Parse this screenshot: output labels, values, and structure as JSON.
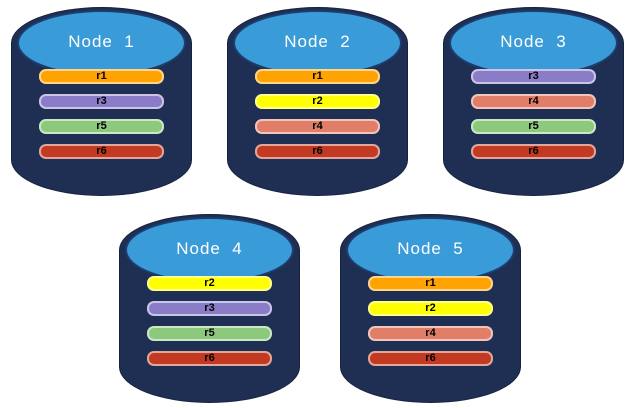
{
  "canvas": {
    "background": "#FFFFFF"
  },
  "palette": {
    "cylinder_body": "#1F2E53",
    "cylinder_top_fill": "#3A9BD9",
    "cylinder_top_border": "#1C3E6E",
    "node_label_color": "#FFFFFF",
    "bar_text_color": "#000000"
  },
  "replica_colors": {
    "r1": "#FFA302",
    "r2": "#FFFF00",
    "r3": "#8B7CC8",
    "r4": "#E07E68",
    "r5": "#8DC97D",
    "r6": "#C23A22"
  },
  "nodes": [
    {
      "id": "node-1",
      "label": "Node  1",
      "replicas": [
        {
          "label": "r1",
          "color": "#FFA302"
        },
        {
          "label": "r3",
          "color": "#8B7CC8"
        },
        {
          "label": "r5",
          "color": "#8DC97D"
        },
        {
          "label": "r6",
          "color": "#C23A22"
        }
      ]
    },
    {
      "id": "node-2",
      "label": "Node  2",
      "replicas": [
        {
          "label": "r1",
          "color": "#FFA302"
        },
        {
          "label": "r2",
          "color": "#FFFF00"
        },
        {
          "label": "r4",
          "color": "#E07E68"
        },
        {
          "label": "r6",
          "color": "#C23A22"
        }
      ]
    },
    {
      "id": "node-3",
      "label": "Node  3",
      "replicas": [
        {
          "label": "r3",
          "color": "#8B7CC8"
        },
        {
          "label": "r4",
          "color": "#E07E68"
        },
        {
          "label": "r5",
          "color": "#8DC97D"
        },
        {
          "label": "r6",
          "color": "#C23A22"
        }
      ]
    },
    {
      "id": "node-4",
      "label": "Node  4",
      "replicas": [
        {
          "label": "r2",
          "color": "#FFFF00"
        },
        {
          "label": "r3",
          "color": "#8B7CC8"
        },
        {
          "label": "r5",
          "color": "#8DC97D"
        },
        {
          "label": "r6",
          "color": "#C23A22"
        }
      ]
    },
    {
      "id": "node-5",
      "label": "Node  5",
      "replicas": [
        {
          "label": "r1",
          "color": "#FFA302"
        },
        {
          "label": "r2",
          "color": "#FFFF00"
        },
        {
          "label": "r4",
          "color": "#E07E68"
        },
        {
          "label": "r6",
          "color": "#C23A22"
        }
      ]
    }
  ]
}
